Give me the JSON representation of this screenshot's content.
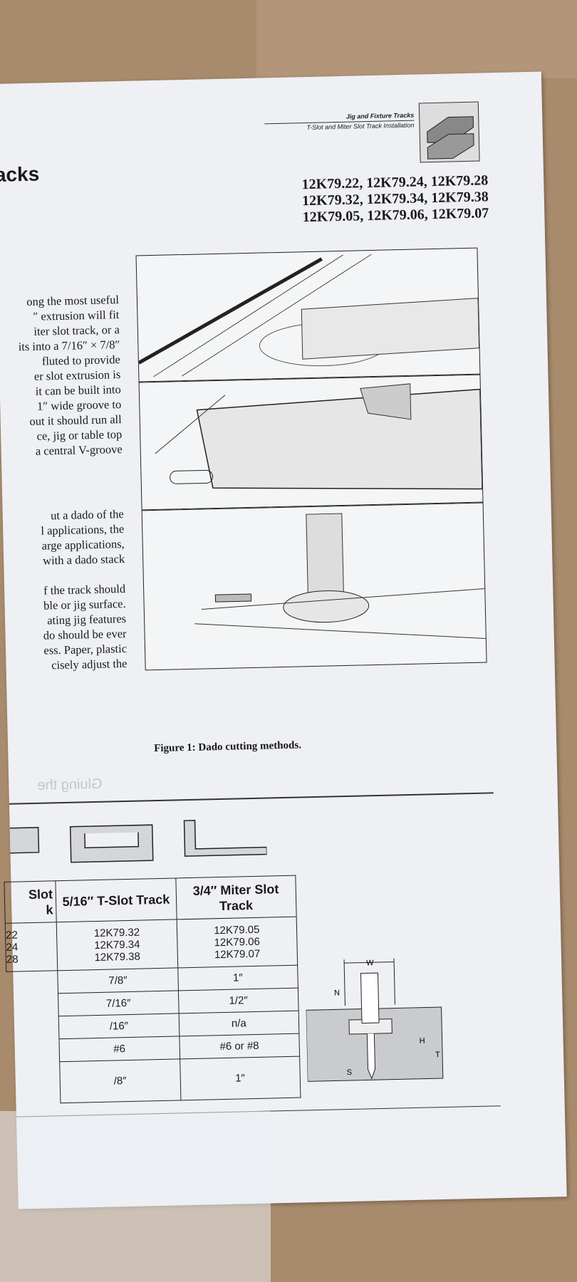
{
  "header": {
    "section": "Jig and Fixture Tracks",
    "subtitle": "T-Slot and Miter Slot Track Installation",
    "title_fragment": "acks"
  },
  "part_numbers": [
    "12K79.22, 12K79.24, 12K79.28",
    "12K79.32, 12K79.34, 12K79.38",
    "12K79.05, 12K79.06, 12K79.07"
  ],
  "body": {
    "para1": [
      "ong the most useful",
      "″ extrusion will fit",
      "iter slot track, or a",
      "its into a 7/16″ × 7/8″",
      "fluted to provide",
      "er slot extrusion is",
      "it can be built into",
      "1″ wide groove to",
      "out it should run all",
      "ce, jig or table top",
      "a central V-groove"
    ],
    "para2": [
      "ut a dado of the",
      "l applications, the",
      "arge applications,",
      "with a dado stack"
    ],
    "para3": [
      "f the track should",
      "ble or jig surface.",
      "ating jig features",
      "do should be ever",
      "ess. Paper, plastic",
      "cisely adjust the"
    ]
  },
  "figure_caption": "Figure 1: Dado cutting methods.",
  "ghost_text": "Gluing the",
  "table": {
    "headers": [
      "Slot\nk",
      "5/16″ T-Slot Track",
      "3/4″ Miter Slot Track"
    ],
    "part_rows": [
      [
        "22\n24\n28",
        "12K79.32\n12K79.34\n12K79.38",
        "12K79.05\n12K79.06\n12K79.07"
      ]
    ],
    "dim_rows": [
      [
        "",
        "7/8″",
        "1″"
      ],
      [
        "",
        "7/16″",
        "1/2″"
      ],
      [
        "",
        "/16″",
        "n/a"
      ],
      [
        "",
        "#6",
        "#6 or #8"
      ],
      [
        "",
        "/8″",
        "1″"
      ]
    ]
  },
  "diagram_labels": {
    "w": "W",
    "n": "N",
    "h": "H",
    "t": "T",
    "s": "S"
  }
}
